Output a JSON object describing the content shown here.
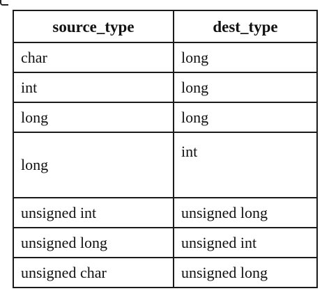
{
  "table": {
    "headers": [
      "source_type",
      "dest_type"
    ],
    "rows": [
      [
        "char",
        "long"
      ],
      [
        "int",
        "long"
      ],
      [
        "long",
        "long"
      ],
      [
        "long",
        "int"
      ],
      [
        "unsigned int",
        "unsigned long"
      ],
      [
        "unsigned long",
        "unsigned int"
      ],
      [
        "unsigned char",
        "unsigned long"
      ]
    ]
  }
}
